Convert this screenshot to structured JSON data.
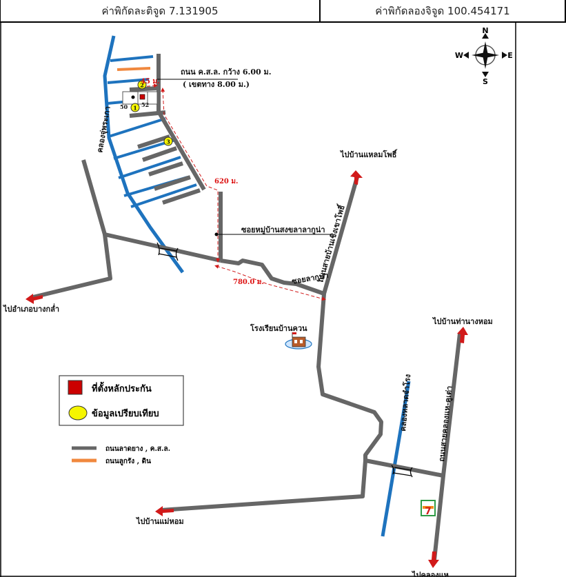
{
  "header": {
    "latitude_text": "ค่าพิกัดละติจูด 7.131905",
    "longitude_text": "ค่าพิกัดลองจิจูด 100.454171"
  },
  "compass": {
    "n": "N",
    "s": "S",
    "e": "E",
    "w": "W"
  },
  "labels": {
    "road_width": "ถนน ค.ส.ล. กว้าง 6.00 ม.",
    "road_reserve": "( เขตทาง 8.00 ม.)",
    "dist_45": "45 ม.",
    "dist_620": "620 ม.",
    "dist_780": "780.0 ม.",
    "plot_50": "50",
    "plot_52": "52",
    "canal_left": "คลองจุ่พระเกา",
    "soi_village": "ซอยหมู่บ้านสงขลาลากูน่า",
    "soi_laguna": "ซอยลากูน่า",
    "road_phe": "ถนนสายบ้านเชิงเขาโพธิ์",
    "to_phe": "ไปบ้านแหลมโพธิ์",
    "to_bang_klam": "ไปอำเภอบางกล่ำ",
    "school": "โรงเรียนบ้านควน",
    "to_tha_nang_hom": "ไปบ้านท่านางหอม",
    "canal_right": "คลองหลาดจำโรง",
    "road_khlong": "ถนนสายคลองแห-คูเต่า",
    "to_mae_hom": "ไปบ้านแม่หอม",
    "to_khlong_hae": "ไปคลองแห"
  },
  "markers": {
    "m1": "1",
    "m2": "2",
    "m3": "3"
  },
  "legend": {
    "collateral": "ที่ตั้งหลักประกัน",
    "comparison": "ข้อมูลเปรียบเทียบ",
    "asphalt": "ถนนลาดยาง , ค.ส.ล.",
    "laterite": "ถนนลูกรัง , ดิน"
  },
  "store_badge": "7",
  "colors": {
    "road": "#666666",
    "canal": "#1e73be",
    "dirt_road": "#f0883e",
    "arrow": "#d11a1a",
    "marker_fill": "#f5f500",
    "collateral": "#cc0000"
  }
}
